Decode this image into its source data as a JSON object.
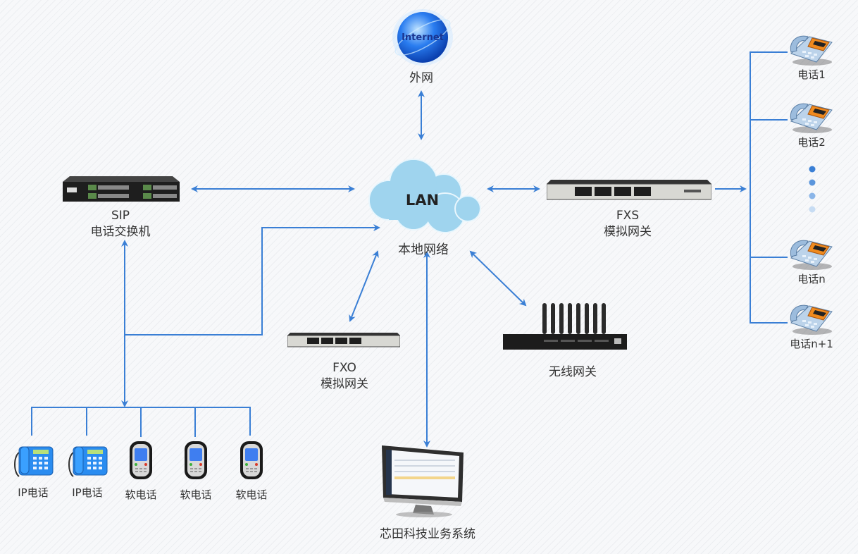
{
  "colors": {
    "connector": "#3a7fd5",
    "cloud": "#9fd4ee",
    "background": "#f7f8fa",
    "text": "#333333"
  },
  "internet": {
    "icon_text": "Internet",
    "label": "外网"
  },
  "lan": {
    "cloud_text": "LAN",
    "label": "本地网络"
  },
  "sip_pbx": {
    "line1": "SIP",
    "line2": "电话交换机"
  },
  "fxs_gateway": {
    "line1": "FXS",
    "line2": "模拟网关"
  },
  "fxo_gateway": {
    "line1": "FXO",
    "line2": "模拟网关"
  },
  "wireless_gateway": {
    "label": "无线网关"
  },
  "business_system": {
    "label": "芯田科技业务系统"
  },
  "analog_phones": [
    {
      "label": "电话1"
    },
    {
      "label": "电话2"
    },
    {
      "label": "电话n"
    },
    {
      "label": "电话n+1"
    }
  ],
  "endpoints": [
    {
      "label": "IP电话",
      "type": "ip-phone"
    },
    {
      "label": "IP电话",
      "type": "ip-phone"
    },
    {
      "label": "软电话",
      "type": "softphone"
    },
    {
      "label": "软电话",
      "type": "softphone"
    },
    {
      "label": "软电话",
      "type": "softphone"
    }
  ]
}
